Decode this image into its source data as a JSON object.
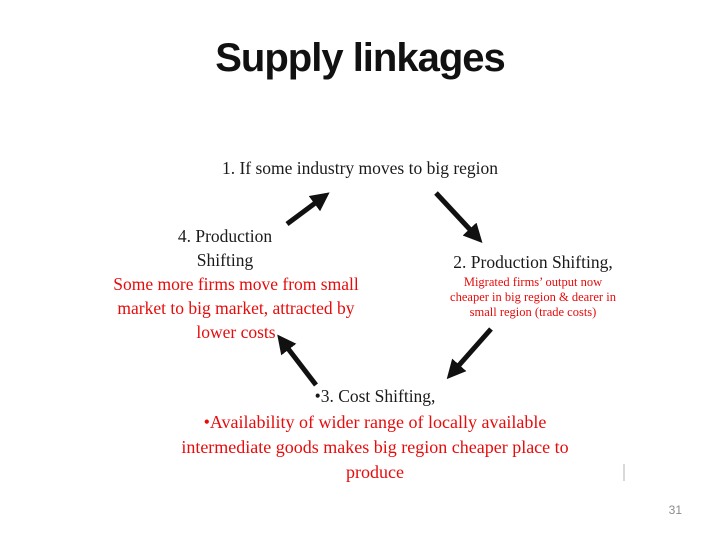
{
  "slide": {
    "title": "Supply linkages",
    "page_number": "31",
    "background": "#ffffff",
    "colors": {
      "heading_text": "#1a1a1a",
      "accent_red": "#e60c0c",
      "arrow_black": "#111111",
      "page_number_gray": "#8c8c8c"
    }
  },
  "diagram": {
    "type": "cycle",
    "steps": [
      {
        "heading": "1. If some industry moves to big region",
        "detail": ""
      },
      {
        "heading": "2. Production Shifting,",
        "detail": "Migrated firms’ output now\ncheaper in big region & dearer in\nsmall region (trade costs)"
      },
      {
        "heading": "•3. Cost Shifting,",
        "detail": "•Availability of wider range of locally available\nintermediate goods makes big region cheaper place to\nproduce"
      },
      {
        "heading": "4. Production\nShifting",
        "detail": "Some more firms move from small\nmarket to big market, attracted by\nlower costs"
      }
    ],
    "arrows": [
      {
        "name": "arrow-step4-to-step1",
        "direction": "up-right"
      },
      {
        "name": "arrow-step1-to-step2",
        "direction": "down-right"
      },
      {
        "name": "arrow-step2-to-step3",
        "direction": "down-left"
      },
      {
        "name": "arrow-step3-to-step4",
        "direction": "up-left"
      }
    ]
  }
}
